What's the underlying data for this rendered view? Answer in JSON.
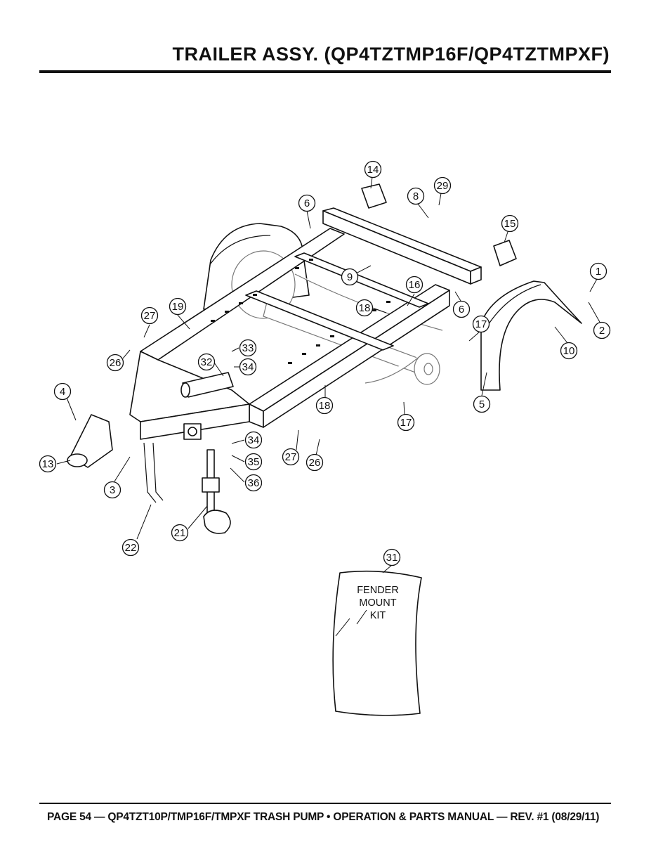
{
  "header": {
    "title": "TRAILER ASSY. (QP4TZTMP16F/QP4TZTMPXF)"
  },
  "footer": {
    "text": "PAGE 54 — QP4TZT10P/TMP16F/TMPXF TRASH PUMP • OPERATION & PARTS MANUAL — REV. #1 (08/29/11)"
  },
  "diagram": {
    "callouts": [
      "14",
      "29",
      "8",
      "6",
      "15",
      "1",
      "9",
      "16",
      "18",
      "6",
      "2",
      "27",
      "19",
      "17",
      "10",
      "33",
      "26",
      "32",
      "34",
      "18",
      "5",
      "4",
      "17",
      "34",
      "13",
      "35",
      "27",
      "26",
      "3",
      "36",
      "21",
      "22",
      "31"
    ],
    "kit_label": [
      "FENDER",
      "MOUNT",
      "KIT"
    ]
  }
}
